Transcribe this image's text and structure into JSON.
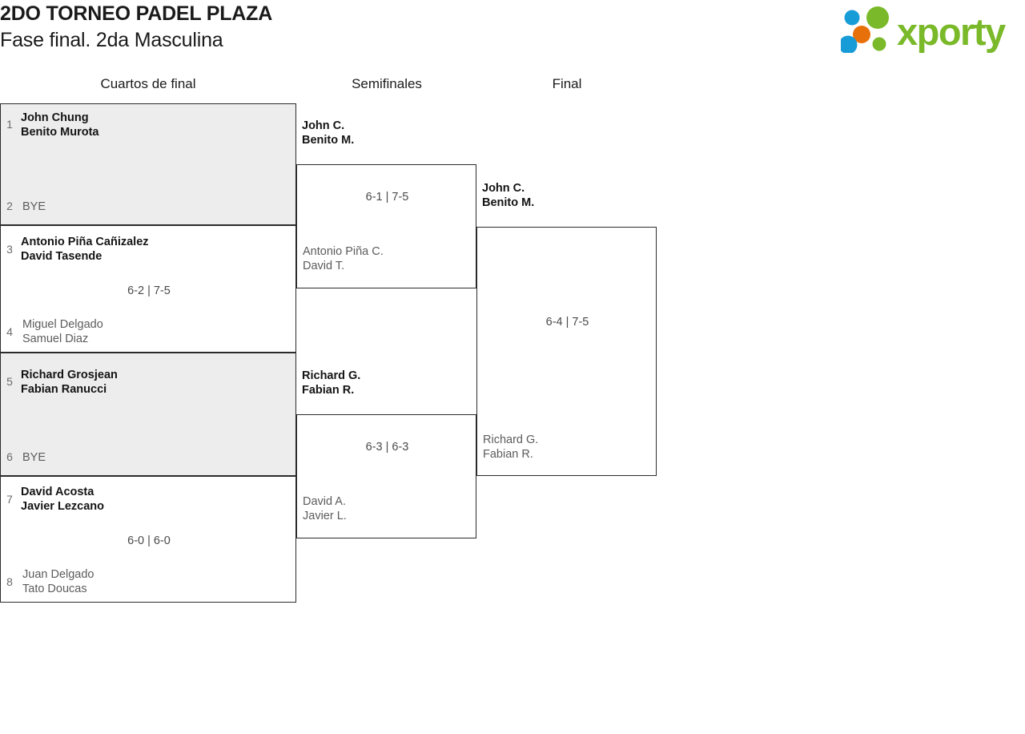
{
  "header": {
    "title": "2DO TORNEO PADEL PLAZA",
    "subtitle": "Fase final. 2da Masculina"
  },
  "logo": {
    "name": "xporty-logo",
    "wordmark": "xporty",
    "colors": {
      "green": "#7ab929",
      "orange": "#e8700a",
      "blue": "#189cd8"
    }
  },
  "rounds": [
    {
      "label": "Cuartos de final"
    },
    {
      "label": "Semifinales"
    },
    {
      "label": "Final"
    }
  ],
  "quarterfinals": [
    {
      "shaded": true,
      "top": {
        "seed": "1",
        "line1": "John Chung",
        "line2": "Benito Murota",
        "result": "win"
      },
      "bottom": {
        "seed": "2",
        "line1": "BYE",
        "line2": "",
        "result": "bye"
      },
      "score": ""
    },
    {
      "shaded": false,
      "top": {
        "seed": "3",
        "line1": "Antonio Piña Cañizalez",
        "line2": "David Tasende",
        "result": "win"
      },
      "bottom": {
        "seed": "4",
        "line1": "Miguel Delgado",
        "line2": "Samuel Diaz",
        "result": "lose"
      },
      "score": "6-2 | 7-5"
    },
    {
      "shaded": true,
      "top": {
        "seed": "5",
        "line1": "Richard Grosjean",
        "line2": "Fabian Ranucci",
        "result": "win"
      },
      "bottom": {
        "seed": "6",
        "line1": "BYE",
        "line2": "",
        "result": "bye"
      },
      "score": ""
    },
    {
      "shaded": false,
      "top": {
        "seed": "7",
        "line1": "David Acosta",
        "line2": "Javier Lezcano",
        "result": "win"
      },
      "bottom": {
        "seed": "8",
        "line1": "Juan Delgado",
        "line2": "Tato Doucas",
        "result": "lose"
      },
      "score": "6-0 | 6-0"
    }
  ],
  "semifinals": [
    {
      "top": {
        "line1": "John C.",
        "line2": "Benito M.",
        "result": "win"
      },
      "bottom": {
        "line1": "Antonio Piña C.",
        "line2": "David T.",
        "result": "lose"
      },
      "score": "6-1 | 7-5"
    },
    {
      "top": {
        "line1": "Richard G.",
        "line2": "Fabian R.",
        "result": "win"
      },
      "bottom": {
        "line1": "David A.",
        "line2": "Javier L.",
        "result": "lose"
      },
      "score": "6-3 | 6-3"
    }
  ],
  "final": {
    "top": {
      "line1": "John C.",
      "line2": "Benito M.",
      "result": "win"
    },
    "bottom": {
      "line1": "Richard G.",
      "line2": "Fabian R.",
      "result": "lose"
    },
    "score": "6-4 | 7-5"
  }
}
